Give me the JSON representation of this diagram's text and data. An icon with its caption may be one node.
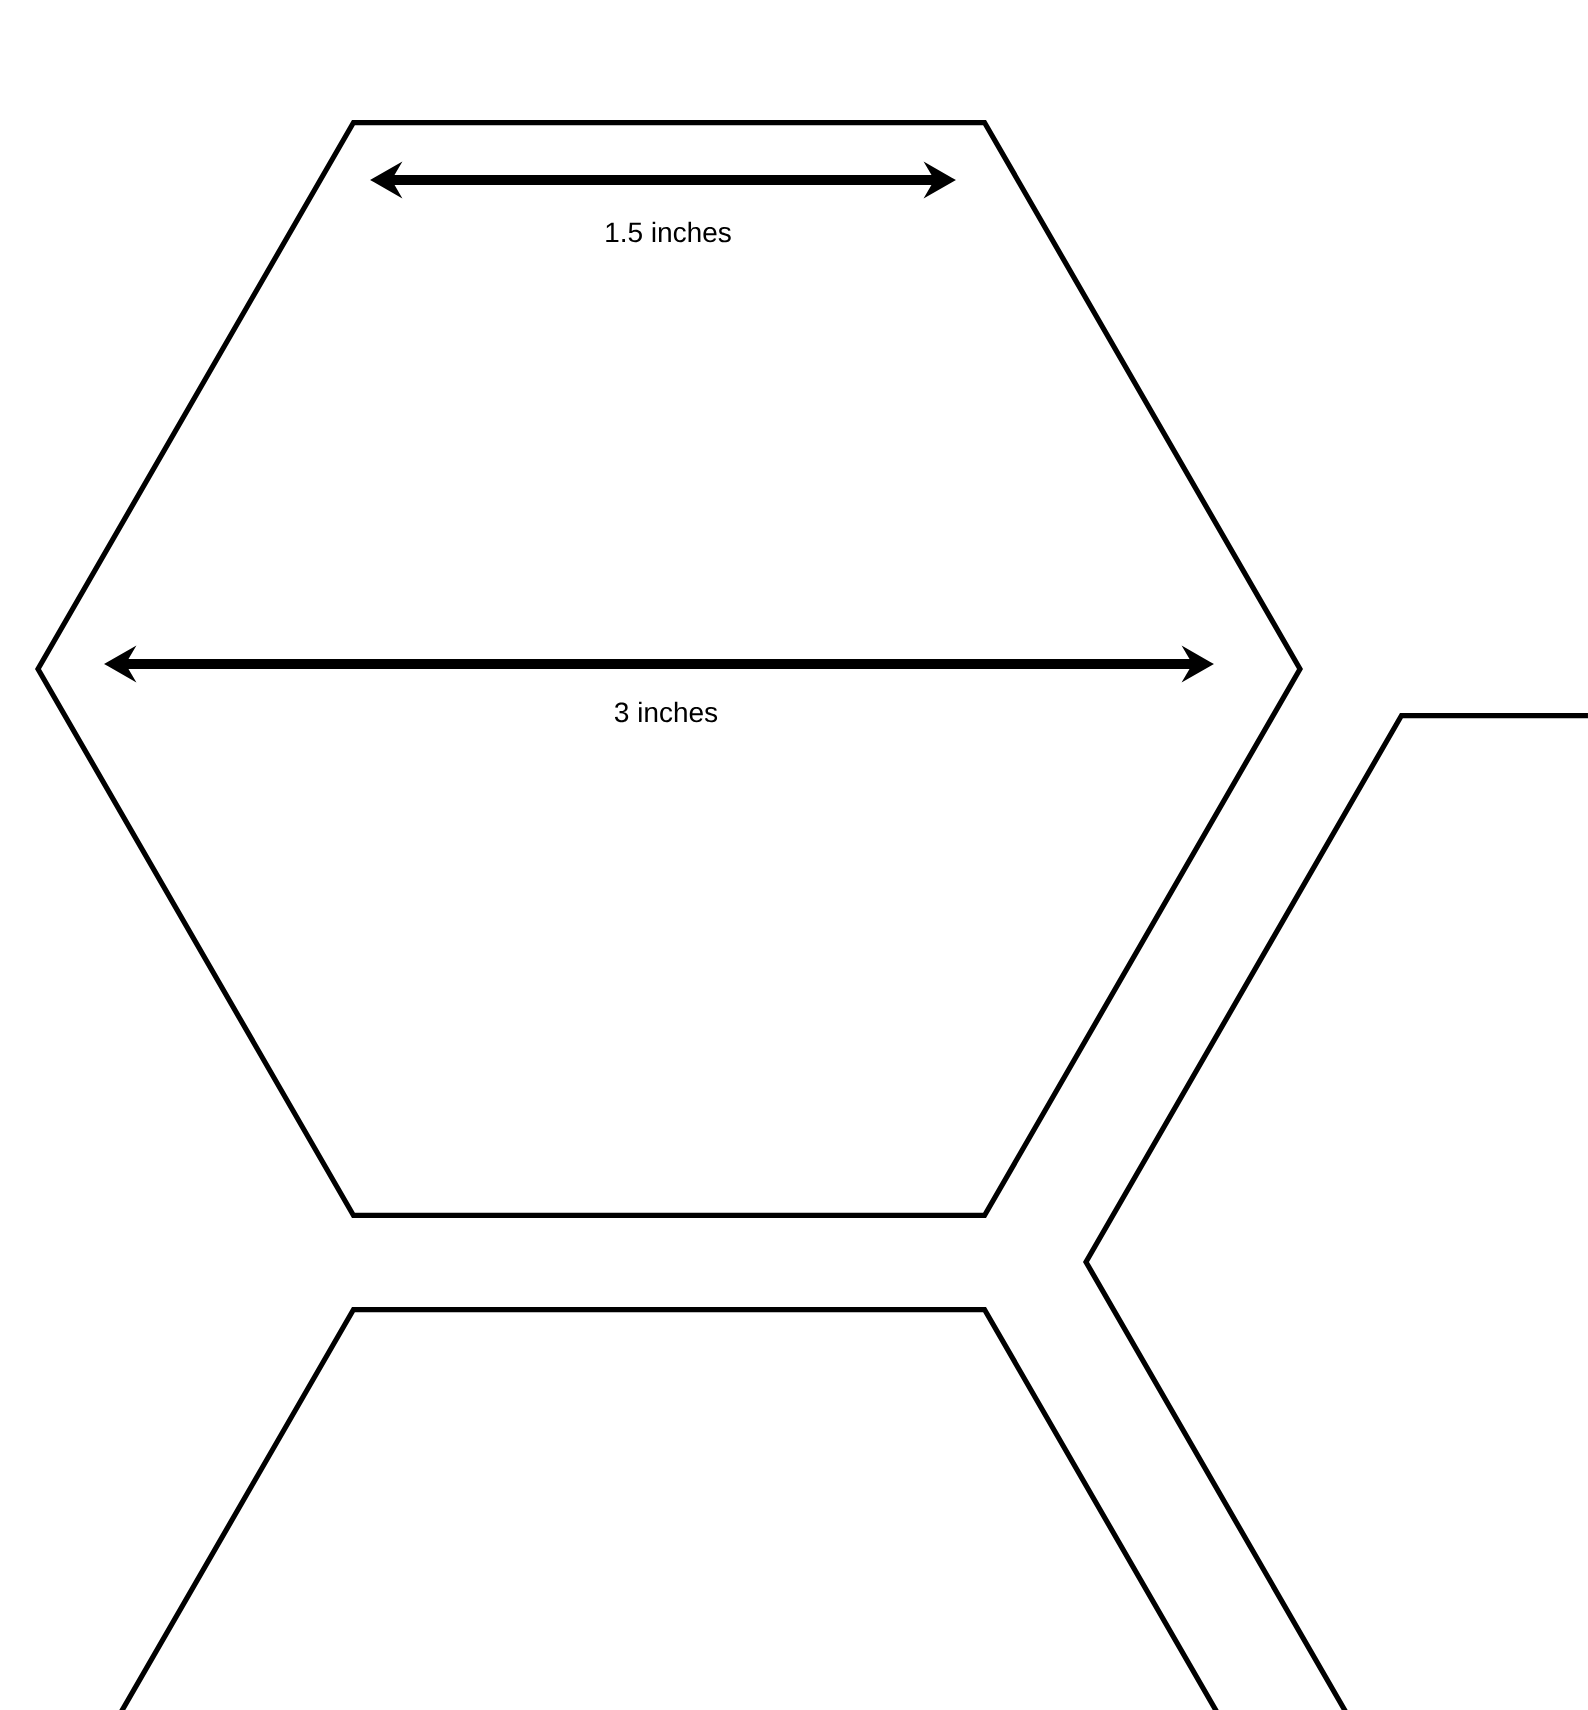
{
  "diagram": {
    "nodes": [
      {
        "text": [],
        "shape": "hexagon"
      },
      {
        "text": [],
        "shape": "hexagon"
      },
      {
        "text": [],
        "shape": "hexagon"
      }
    ],
    "labels": [
      "1.5 inches",
      "3 inches"
    ]
  }
}
